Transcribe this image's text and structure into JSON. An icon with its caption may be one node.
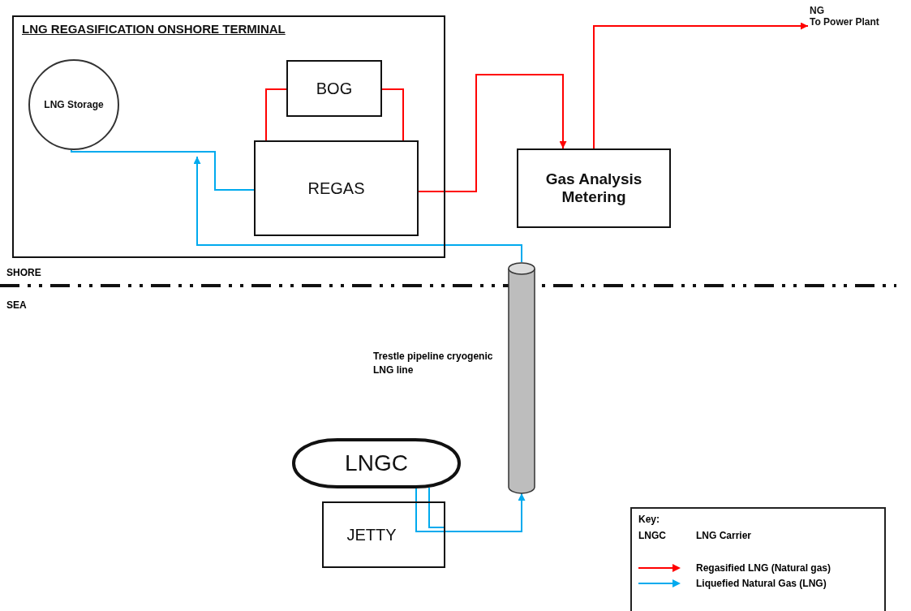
{
  "diagram": {
    "nodes": [
      {
        "text": [
          "LNG REGASIFICATION ONSHORE TERMINAL"
        ]
      },
      {
        "text": [
          "LNG Storage"
        ],
        "in": 0
      },
      {
        "text": [
          "BOG"
        ],
        "in": 0
      },
      {
        "text": [
          "REGAS"
        ],
        "in": 0
      },
      {
        "text": [
          "Gas Analysis Metering"
        ]
      },
      {
        "text": [
          "NG",
          "To Power Plant"
        ]
      },
      {
        "text": [],
        "shape": "cylinder",
        "beside": [
          "Trestle pipeline cryogenic LNG line"
        ]
      },
      {
        "text": [
          "LNGC"
        ]
      },
      {
        "text": [
          "JETTY"
        ]
      }
    ],
    "edges": [
      {
        "from": 3,
        "to": 2,
        "arrow": "none",
        "color": "#ff0000"
      },
      {
        "from": 2,
        "to": 3,
        "arrow": "none",
        "color": "#ff0000"
      },
      {
        "from": 1,
        "to": 3,
        "arrow": "none",
        "color": "#00aaee"
      },
      {
        "from": 6,
        "to": null,
        "arrow": "to",
        "color": "#00aaee"
      },
      {
        "from": 3,
        "to": 4,
        "arrow": "to",
        "color": "#ff0000"
      },
      {
        "from": 4,
        "to": 5,
        "arrow": "to",
        "color": "#ff0000"
      },
      {
        "from": 7,
        "to": 8,
        "arrow": "none",
        "color": "#00aaee"
      },
      {
        "from": 7,
        "to": 8,
        "arrow": "none",
        "color": "#00aaee"
      },
      {
        "from": 8,
        "to": 6,
        "arrow": "to",
        "color": "#00aaee"
      }
    ],
    "labels": [
      "SHORE",
      "SEA",
      "Key:",
      "LNGC",
      "LNG Carrier"
    ],
    "legend": [
      {
        "text": "Regasified LNG (Natural gas)",
        "color": "#ff0000"
      },
      {
        "text": "Liquefied Natural Gas (LNG)",
        "color": "#00aaee"
      }
    ]
  }
}
